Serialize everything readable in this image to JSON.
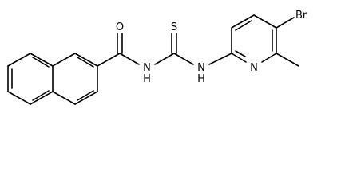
{
  "atoms": {
    "oxygen": "O",
    "sulfur": "S",
    "amide_nitrogen": "N",
    "amide_hydrogen": "H",
    "thio_nitrogen": "N",
    "thio_hydrogen": "H",
    "ring_nitrogen": "N",
    "bromine": "Br"
  }
}
